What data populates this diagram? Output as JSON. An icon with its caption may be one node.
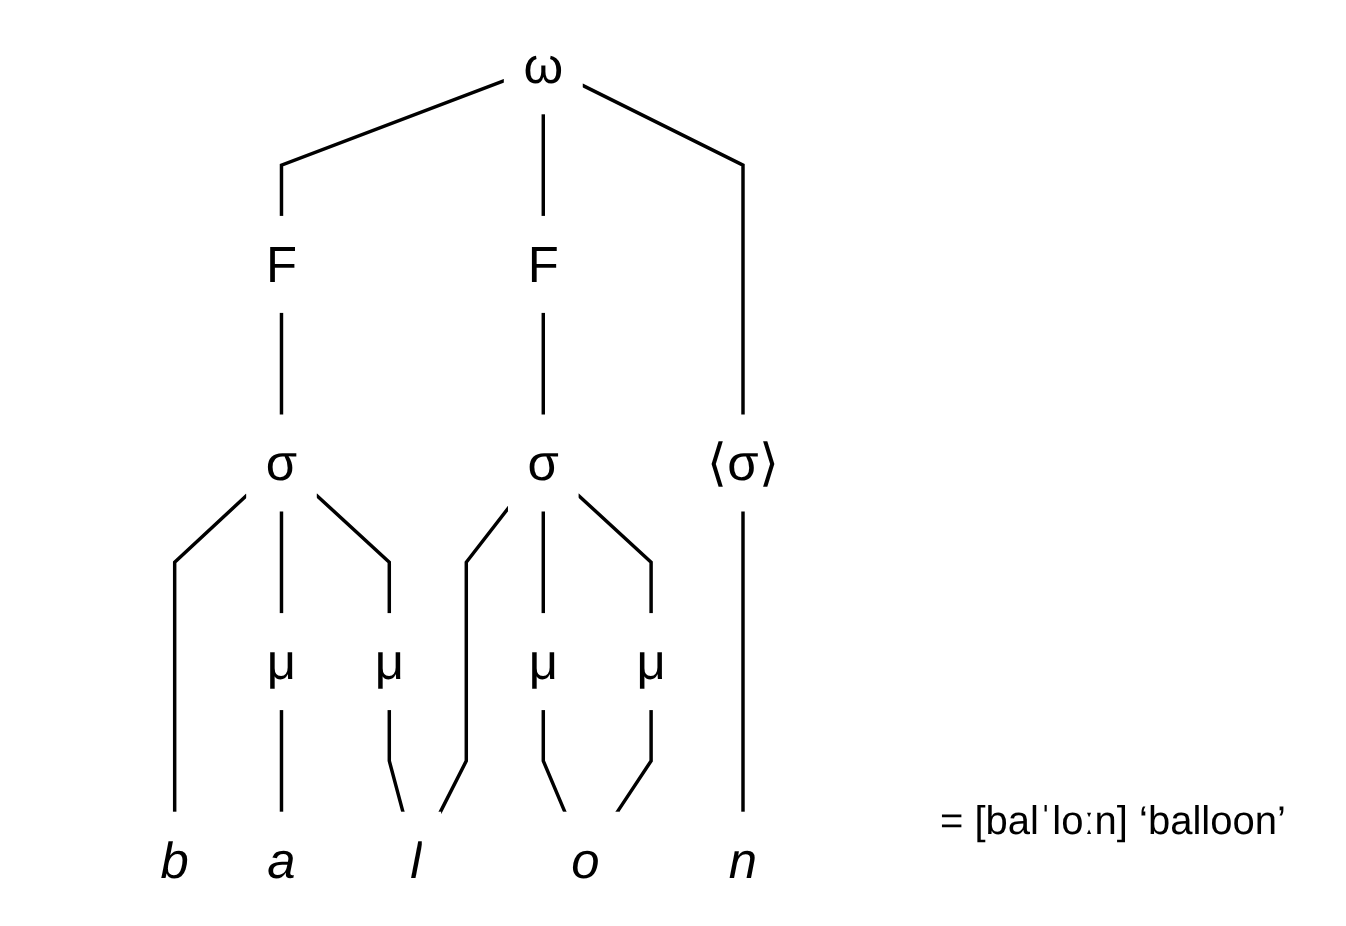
{
  "diagram": {
    "nodes": [
      {
        "text": [
          "ω"
        ]
      },
      {
        "text": [
          "F"
        ]
      },
      {
        "text": [
          "F"
        ]
      },
      {
        "text": [
          "σ"
        ]
      },
      {
        "text": [
          "σ"
        ]
      },
      {
        "text": [
          "⟨σ⟩"
        ]
      },
      {
        "text": [
          "μ"
        ]
      },
      {
        "text": [
          "μ"
        ]
      },
      {
        "text": [
          "μ"
        ]
      },
      {
        "text": [
          "μ"
        ]
      },
      {
        "text": [
          "b"
        ]
      },
      {
        "text": [
          "a"
        ]
      },
      {
        "text": [
          "l"
        ]
      },
      {
        "text": [
          "o"
        ]
      },
      {
        "text": [
          "n"
        ]
      }
    ],
    "edges": [
      {
        "from": 0,
        "to": 1,
        "arrow": "none"
      },
      {
        "from": 0,
        "to": 2,
        "arrow": "none"
      },
      {
        "from": 0,
        "to": 5,
        "arrow": "none"
      },
      {
        "from": 1,
        "to": 3,
        "arrow": "none"
      },
      {
        "from": 2,
        "to": 4,
        "arrow": "none"
      },
      {
        "from": 3,
        "to": 10,
        "arrow": "none"
      },
      {
        "from": 3,
        "to": 6,
        "arrow": "none"
      },
      {
        "from": 3,
        "to": 7,
        "arrow": "none"
      },
      {
        "from": 6,
        "to": 11,
        "arrow": "none"
      },
      {
        "from": 7,
        "to": 12,
        "arrow": "none"
      },
      {
        "from": 4,
        "to": 12,
        "arrow": "none"
      },
      {
        "from": 4,
        "to": 8,
        "arrow": "none"
      },
      {
        "from": 4,
        "to": 9,
        "arrow": "none"
      },
      {
        "from": 8,
        "to": 13,
        "arrow": "none"
      },
      {
        "from": 9,
        "to": 13,
        "arrow": "none"
      },
      {
        "from": 5,
        "to": 14,
        "arrow": "none"
      }
    ],
    "labels": [
      "= [balˈloːn] ‘balloon’"
    ]
  }
}
